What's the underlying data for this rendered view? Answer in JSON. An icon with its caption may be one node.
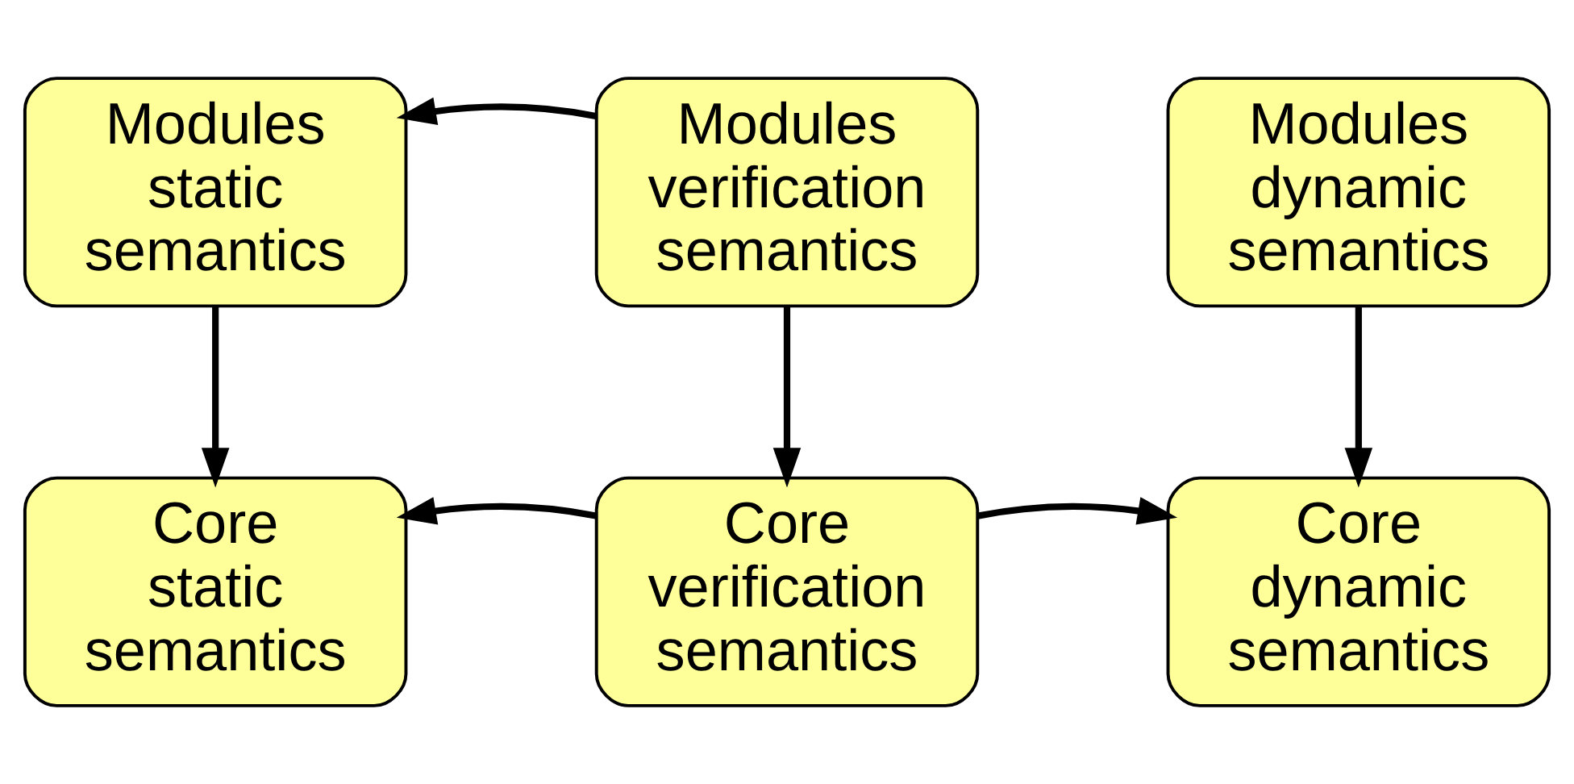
{
  "diagram": {
    "nodes": [
      {
        "text": [
          "Modules static semantics"
        ]
      },
      {
        "text": [
          "Modules verification semantics"
        ]
      },
      {
        "text": [
          "Modules dynamic semantics"
        ]
      },
      {
        "text": [
          "Core static semantics"
        ]
      },
      {
        "text": [
          "Core verification semantics"
        ]
      },
      {
        "text": [
          "Core dynamic semantics"
        ]
      }
    ],
    "edges": [
      {
        "from": 1,
        "to": 0,
        "arrow": "to"
      },
      {
        "from": 0,
        "to": 3,
        "arrow": "to"
      },
      {
        "from": 1,
        "to": 4,
        "arrow": "to"
      },
      {
        "from": 2,
        "to": 5,
        "arrow": "to"
      },
      {
        "from": 4,
        "to": 3,
        "arrow": "to"
      },
      {
        "from": 4,
        "to": 5,
        "arrow": "to"
      }
    ]
  }
}
